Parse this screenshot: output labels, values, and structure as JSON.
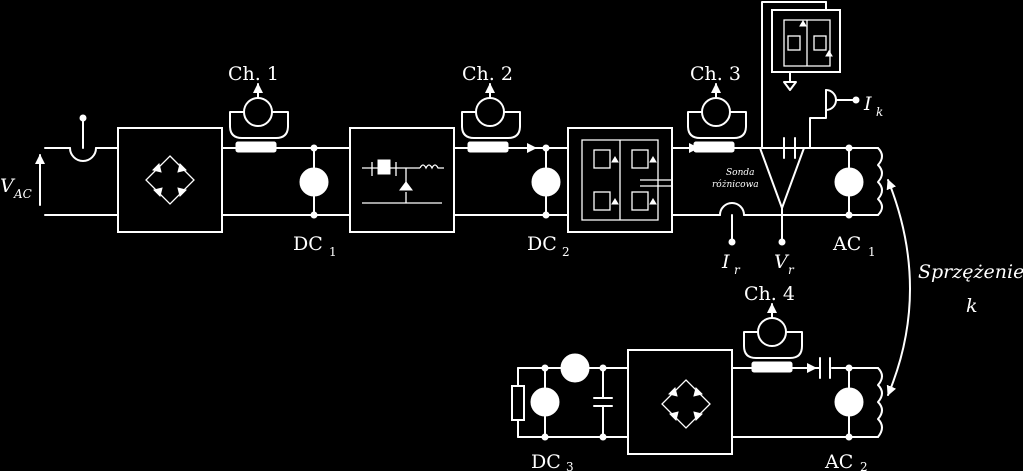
{
  "labels": {
    "vac_main": "V",
    "vac_sub": "AC",
    "ch1": "Ch. 1",
    "ch2": "Ch. 2",
    "ch3": "Ch. 3",
    "ch4": "Ch. 4",
    "dc1_main": "DC",
    "dc1_sub": "1",
    "dc2_main": "DC",
    "dc2_sub": "2",
    "dc3_main": "DC",
    "dc3_sub": "3",
    "ac1_main": "AC",
    "ac1_sub": "1",
    "ac2_main": "AC",
    "ac2_sub": "2",
    "ir_main": "I",
    "ir_sub": "r",
    "vr_main": "V",
    "vr_sub": "r",
    "ik_main": "I",
    "ik_sub": "k",
    "probe_line1": "Sonda",
    "probe_line2": "różnicowa",
    "coupling_line1": "Sprzężenie",
    "coupling_line2": "k"
  },
  "colors": {
    "background": "#000000",
    "foreground": "#ffffff"
  }
}
